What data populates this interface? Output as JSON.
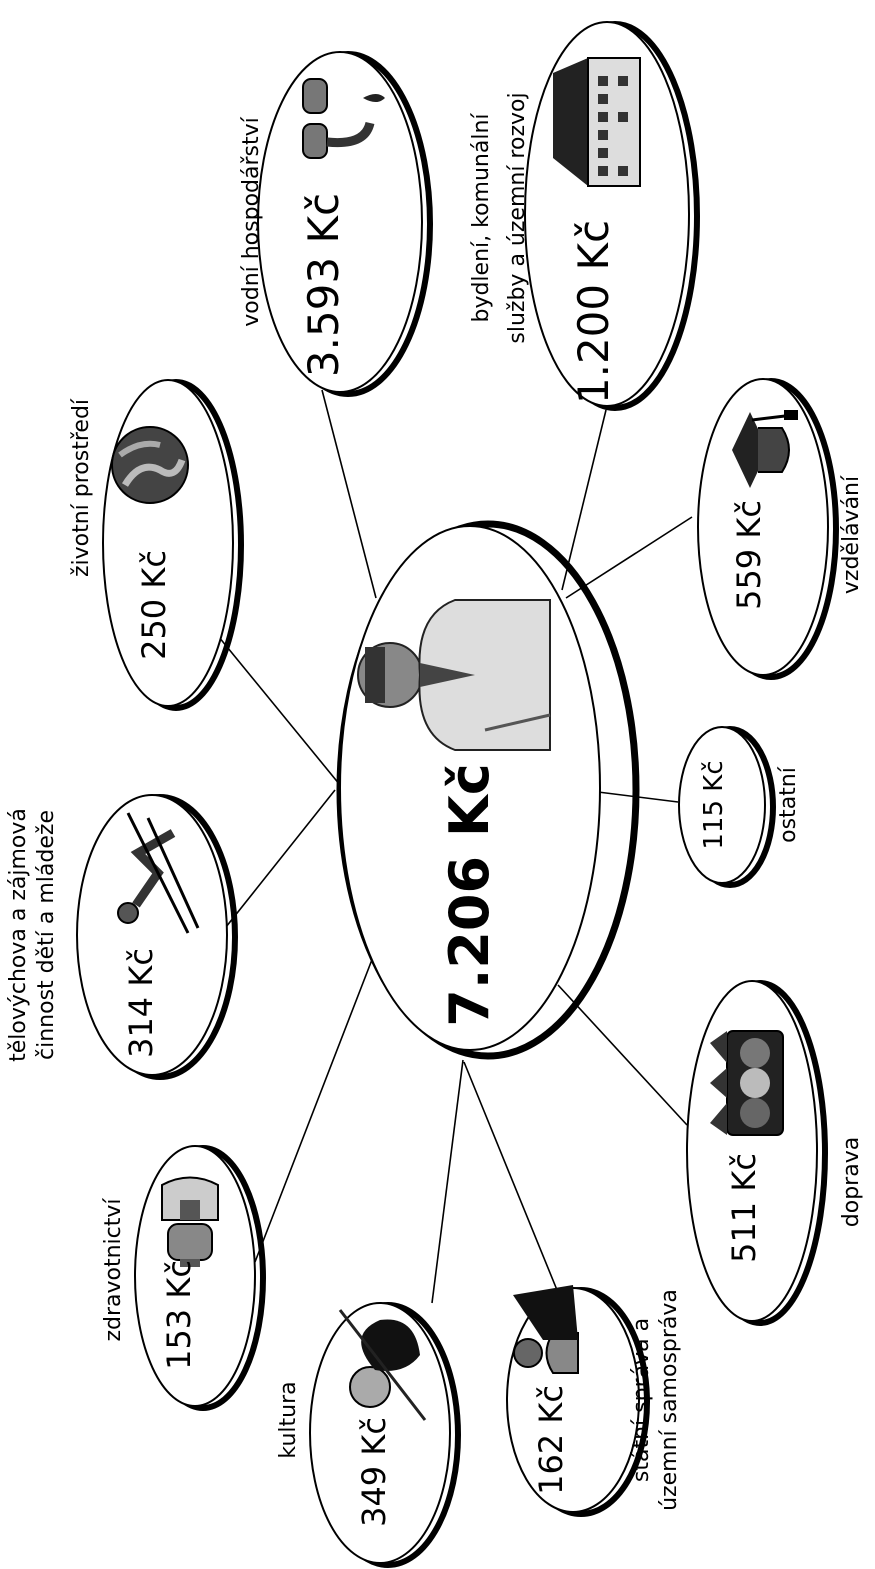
{
  "center": {
    "value": "7.206 Kč",
    "icon": "person-photo-icon"
  },
  "nodes": [
    {
      "id": "zivotni-prostredi",
      "value": "250 Kč",
      "label": [
        "životní prostředí"
      ],
      "icon": "globe-icon"
    },
    {
      "id": "vodni-hospodarstvi",
      "value": "3.593 Kč",
      "label": [
        "vodní hospodářství"
      ],
      "icon": "water-faucet-icon"
    },
    {
      "id": "bydleni",
      "value": "1.200 Kč",
      "label": [
        "bydlení, komunální",
        "služby a územní rozvoj"
      ],
      "icon": "house-icon"
    },
    {
      "id": "vzdelavani",
      "value": "559 Kč",
      "label": [
        "vzdělávání"
      ],
      "icon": "graduation-cap-icon"
    },
    {
      "id": "ostatni",
      "value": "115 Kč",
      "label": [
        "ostatní"
      ],
      "icon": ""
    },
    {
      "id": "doprava",
      "value": "511 Kč",
      "label": [
        "doprava"
      ],
      "icon": "traffic-light-icon"
    },
    {
      "id": "statni-sprava",
      "value": "162 Kč",
      "label": [
        "státní správa a",
        "územní samospráva"
      ],
      "icon": "official-at-desk-icon"
    },
    {
      "id": "kultura",
      "value": "349 Kč",
      "label": [
        "kultura"
      ],
      "icon": "violinist-icon"
    },
    {
      "id": "zdravotnictvi",
      "value": "153 Kč",
      "label": [
        "zdravotnictví"
      ],
      "icon": "medicine-bottle-icon"
    },
    {
      "id": "telovychova",
      "value": "314 Kč",
      "label": [
        "tělovýchova a zájmová",
        "činnost dětí a mládeže"
      ],
      "icon": "skier-icon"
    }
  ]
}
